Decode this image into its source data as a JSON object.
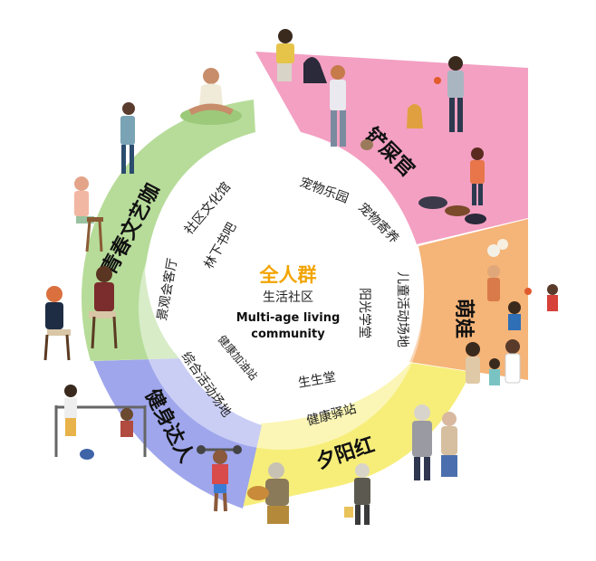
{
  "center": {
    "title": "全人群",
    "subtitle": "生活社区",
    "english_line1": "Multi-age living",
    "english_line2": "community"
  },
  "segments": [
    {
      "name": "铲屎官",
      "facilities": [
        "宠物乐园",
        "宠物寄养"
      ],
      "color": "#f3a0c2"
    },
    {
      "name": "萌娃",
      "facilities": [
        "儿童活动场地",
        "阳光学堂"
      ],
      "color": "#f5b478"
    },
    {
      "name": "夕阳红",
      "facilities": [
        "生生堂",
        "健康驿站"
      ],
      "color": "#f7ee7a"
    },
    {
      "name": "健身达人",
      "facilities": [
        "综合活动场地",
        "健康加油站"
      ],
      "color": "#9fa6ec"
    },
    {
      "name": "青春文艺咖",
      "facilities": [
        "社区文化馆",
        "景观会客厅",
        "林下书吧"
      ],
      "color": "#b7dc9a"
    }
  ],
  "icons": [
    "yoga-person-icon",
    "dog-walker-icon",
    "woman-with-dog-icon",
    "couple-with-ball-icon",
    "kids-playing-icon",
    "elderly-couple-icon",
    "musician-icon",
    "weightlifter-icon",
    "pullup-person-icon",
    "reader-on-stool-icon",
    "reading-couple-icon",
    "phone-user-icon"
  ]
}
